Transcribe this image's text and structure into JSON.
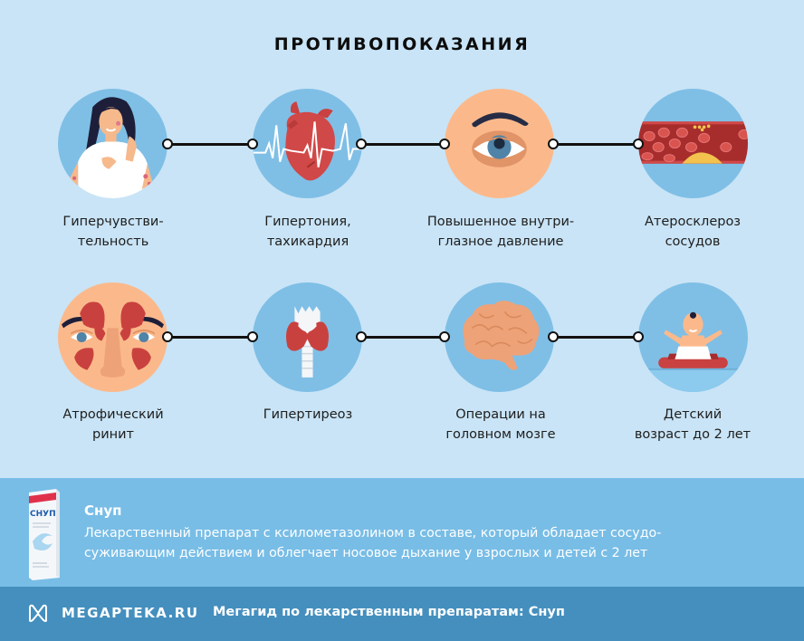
{
  "title": "ПРОТИВОПОКАЗАНИЯ",
  "colors": {
    "background": "#c9e4f6",
    "circle_blue": "#7fbfe6",
    "circle_skin": "#fbb98b",
    "info_band": "#78bde6",
    "footer_band": "#448fbe",
    "connector": "#111111"
  },
  "rows": [
    {
      "items": [
        {
          "icon": "allergic-woman-icon",
          "label_line1": "Гиперчувстви-",
          "label_line2": "тельность"
        },
        {
          "icon": "heart-pulse-icon",
          "label_line1": "Гипертония,",
          "label_line2": "тахикардия"
        },
        {
          "icon": "eye-icon",
          "label_line1": "Повышенное внутри-",
          "label_line2": "глазное давление"
        },
        {
          "icon": "blood-vessel-plaque-icon",
          "label_line1": "Атеросклероз",
          "label_line2": "сосудов"
        }
      ]
    },
    {
      "items": [
        {
          "icon": "sinus-face-icon",
          "label_line1": "Атрофический",
          "label_line2": "ринит"
        },
        {
          "icon": "thyroid-icon",
          "label_line1": "Гипертиреоз",
          "label_line2": ""
        },
        {
          "icon": "brain-icon",
          "label_line1": "Операции на",
          "label_line2": "головном мозге"
        },
        {
          "icon": "baby-icon",
          "label_line1": "Детский",
          "label_line2": "возраст до 2 лет"
        }
      ]
    }
  ],
  "product": {
    "box_brand": "СНУП",
    "name": "Снуп",
    "description_line1": "Лекарственный препарат с ксилометазолином в составе, который обладает сосудо-",
    "description_line2": "суживающим действием и облегчает носовое дыхание у взрослых и детей с 2 лет"
  },
  "footer": {
    "logo_text": "MEGAPTEKA.RU",
    "caption": "Мегагид по лекарственным препаратам: Снуп"
  }
}
